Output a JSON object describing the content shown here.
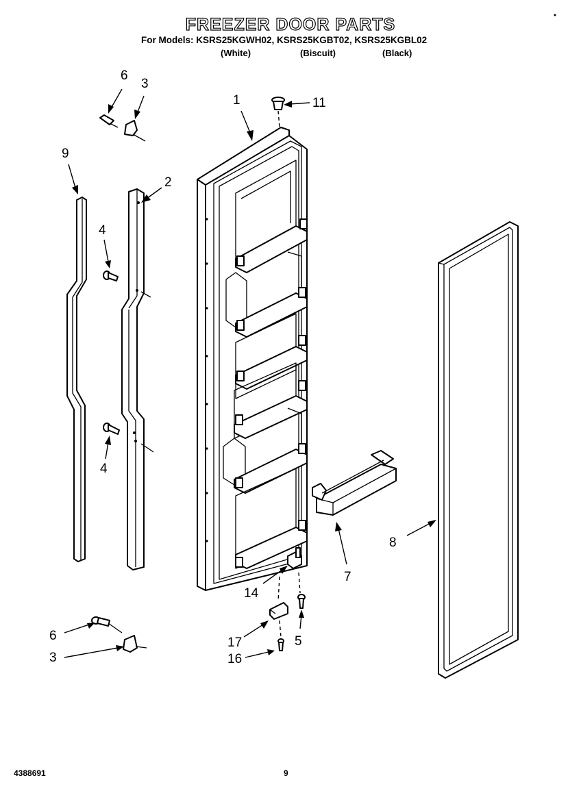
{
  "header": {
    "title": "FREEZER DOOR PARTS",
    "models_line": "For Models: KSRS25KGWH02, KSRS25KGBT02, KSRS25KGBL02",
    "variants": [
      "(White)",
      "(Biscuit)",
      "(Black)"
    ]
  },
  "callouts": {
    "door": "1",
    "hinge_strip": "2",
    "top_hinge_bracket": "3",
    "bottom_hinge_bracket": "3",
    "screw_upper": "4",
    "screw_lower": "4",
    "hinge_screw": "5",
    "top_hinge_pin": "6",
    "bottom_hinge_pin": "6",
    "bin": "7",
    "gasket": "8",
    "trim_strip": "9",
    "top_plug": "11",
    "cam": "14",
    "bottom_hinge": "17",
    "bottom_screw": "16"
  },
  "footer": {
    "doc_number": "4388691",
    "page_number": "9"
  }
}
